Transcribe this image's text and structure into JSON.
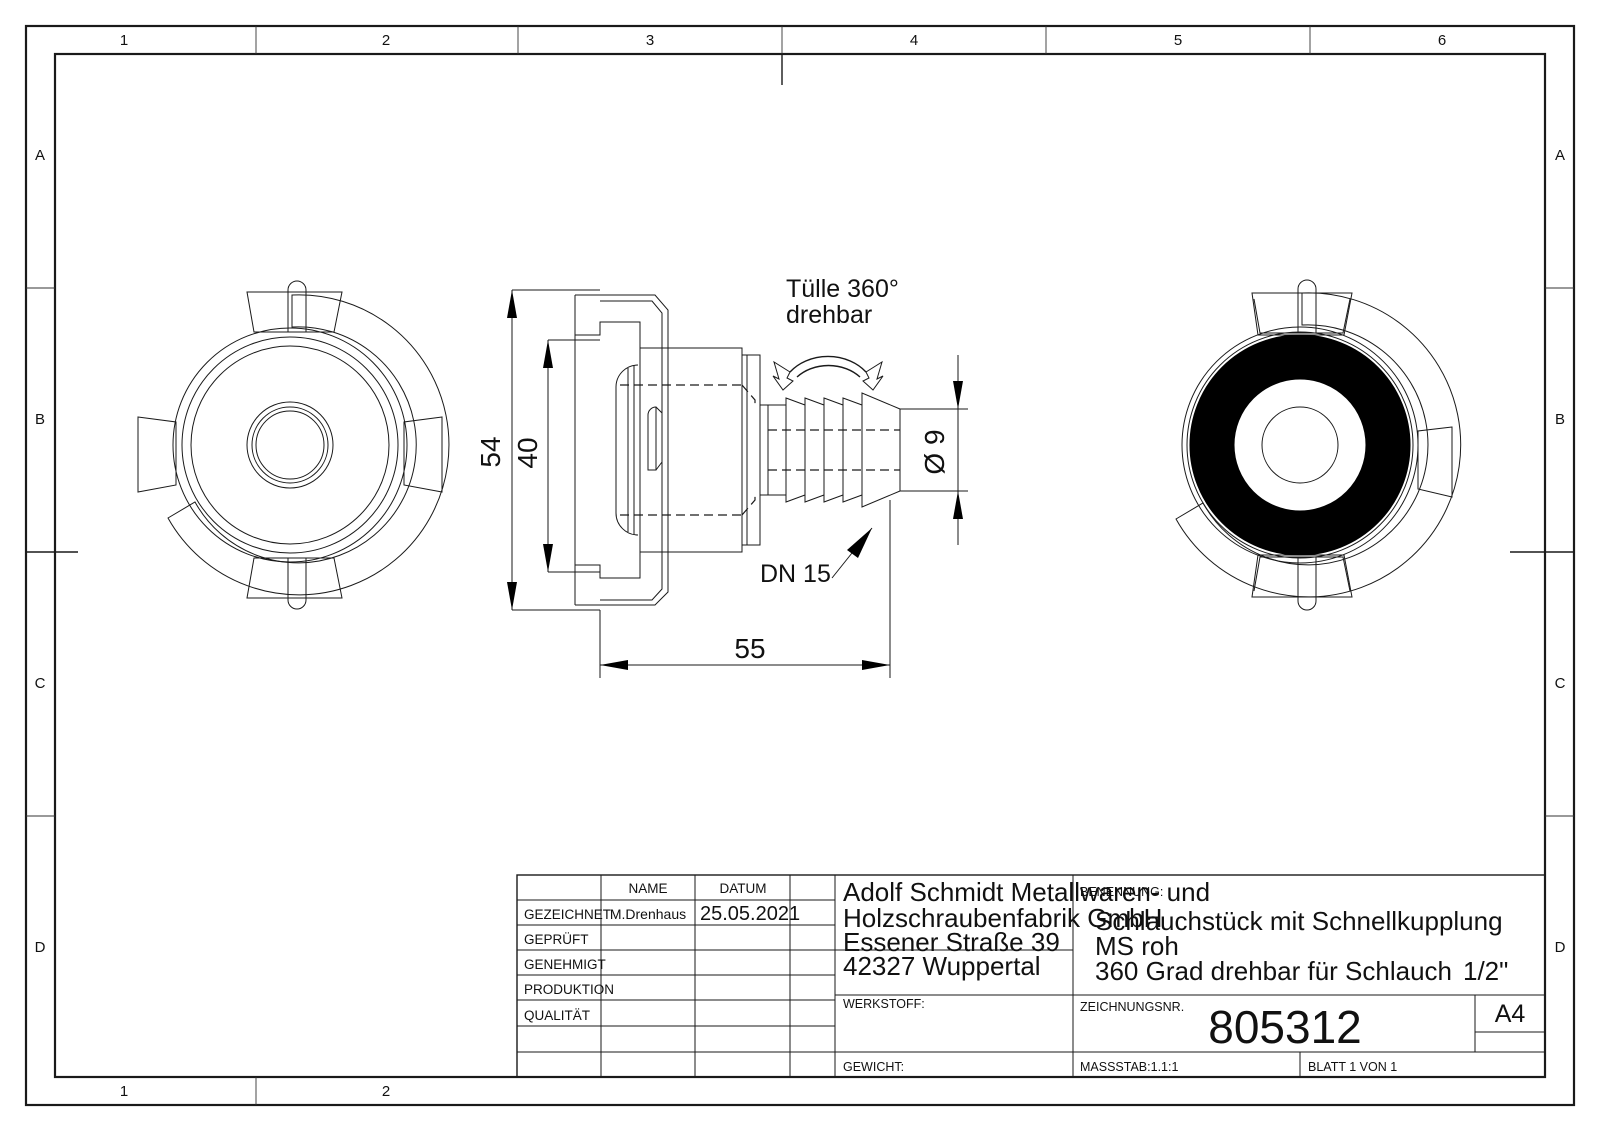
{
  "sheet": {
    "format": "A4",
    "frame_columns_top": [
      "1",
      "2",
      "3",
      "4",
      "5",
      "6"
    ],
    "frame_columns_bottom": [
      "1",
      "2"
    ],
    "frame_rows_left": [
      "A",
      "B",
      "C",
      "D"
    ],
    "frame_rows_right": [
      "A",
      "B",
      "C",
      "D"
    ]
  },
  "drawing": {
    "notes": {
      "rotation_note_line1": "Tülle 360°",
      "rotation_note_line2": "drehbar",
      "leader_note": "DN 15"
    },
    "dimensions": {
      "flange_outer": "54",
      "flange_inner": "40",
      "barb_diameter": "Ø 9",
      "overall_length": "55"
    }
  },
  "title_block": {
    "columns": {
      "name": "NAME",
      "datum": "DATUM"
    },
    "rows": [
      {
        "label": "GEZEICHNET",
        "name": "M.Drenhaus",
        "datum": "25.05.2021"
      },
      {
        "label": "GEPRÜFT",
        "name": "",
        "datum": ""
      },
      {
        "label": "GENEHMIGT",
        "name": "",
        "datum": ""
      },
      {
        "label": "PRODUKTION",
        "name": "",
        "datum": ""
      },
      {
        "label": "QUALITÄT",
        "name": "",
        "datum": ""
      },
      {
        "label": "",
        "name": "",
        "datum": ""
      },
      {
        "label": "",
        "name": "",
        "datum": ""
      },
      {
        "label": "",
        "name": "",
        "datum": ""
      }
    ],
    "company": {
      "line1": "Adolf Schmidt Metallwaren- und",
      "line2": "Holzschraubenfabrik GmbH",
      "line3": "Essener Straße 39",
      "line4": "42327 Wuppertal"
    },
    "benennung": {
      "label": "BENENNUNG:",
      "line1": "Schlauchstück mit Schnellkupplung",
      "line2": "MS roh",
      "line3": "360 Grad drehbar für Schlauch",
      "line3_suffix": "1/2\""
    },
    "werkstoff": {
      "label": "WERKSTOFF:",
      "value": ""
    },
    "zeichnungsnr": {
      "label": "ZEICHNUNGSNR.",
      "value": "805312"
    },
    "format_box": "A4",
    "gewicht": {
      "label": "GEWICHT:",
      "value": ""
    },
    "massstab": {
      "label": "MASSSTAB:1.1:1"
    },
    "blatt": {
      "label": "BLATT 1 VON 1"
    }
  }
}
